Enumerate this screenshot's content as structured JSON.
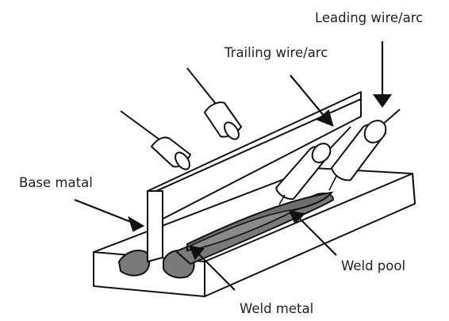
{
  "labels": {
    "leading": "Leading wire/arc",
    "trailing": "Trailing wire/arc",
    "base_metal": "Base matal",
    "weld_pool": "Weld pool",
    "weld_metal": "Weld metal"
  },
  "colors": {
    "line": "#111111",
    "weld_fill": "#7a7a7a",
    "pool_fill": "#6f6f6f",
    "text": "#222222",
    "background": "#ffffff"
  }
}
